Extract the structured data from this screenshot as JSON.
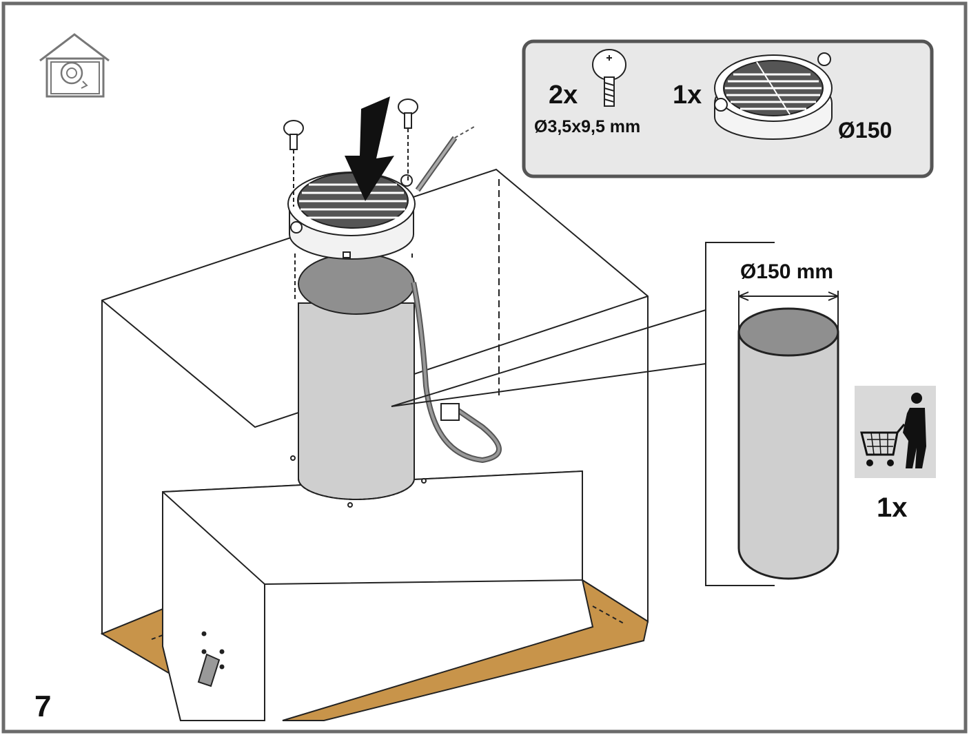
{
  "step_number": "7",
  "parts_box": {
    "screw_qty": "2x",
    "screw_size": "Ø3,5x9,5 mm",
    "valve_qty": "1x",
    "valve_diameter": "Ø150"
  },
  "duct": {
    "diameter_label": "Ø150 mm",
    "purchase_qty": "1x"
  },
  "icons": {
    "mode": "recirculation-house-icon",
    "purchase": "shopping-cart-person-icon"
  },
  "colors": {
    "frame": "#6b6b6b",
    "panel": "#e8e8e8",
    "duct_fill": "#cfcfcf",
    "duct_top": "#8f8f8f",
    "wood": "#c8944a",
    "icon_bg": "#d9d9d9"
  }
}
